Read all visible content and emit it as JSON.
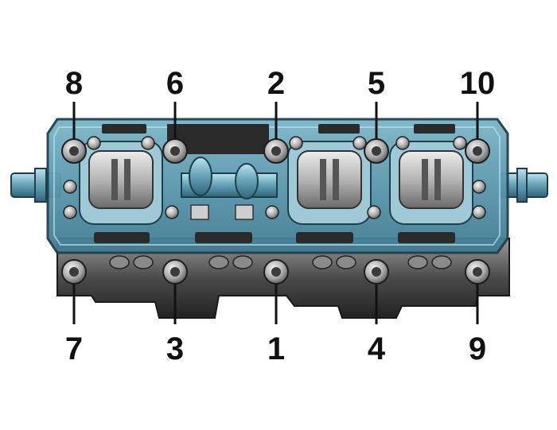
{
  "diagram": {
    "colors": {
      "background": "#ffffff",
      "head_fill": "#5f9db3",
      "head_highlight": "#a9d6e3",
      "head_shadow": "#2f6478",
      "metal_dark": "#2b2b2b",
      "metal_mid": "#6d6d6d",
      "metal_light": "#d8d8d8",
      "label_color": "#111111"
    },
    "bolt_labels": {
      "top": [
        "8",
        "6",
        "2",
        "5",
        "10"
      ],
      "bottom": [
        "7",
        "3",
        "1",
        "4",
        "9"
      ]
    }
  }
}
